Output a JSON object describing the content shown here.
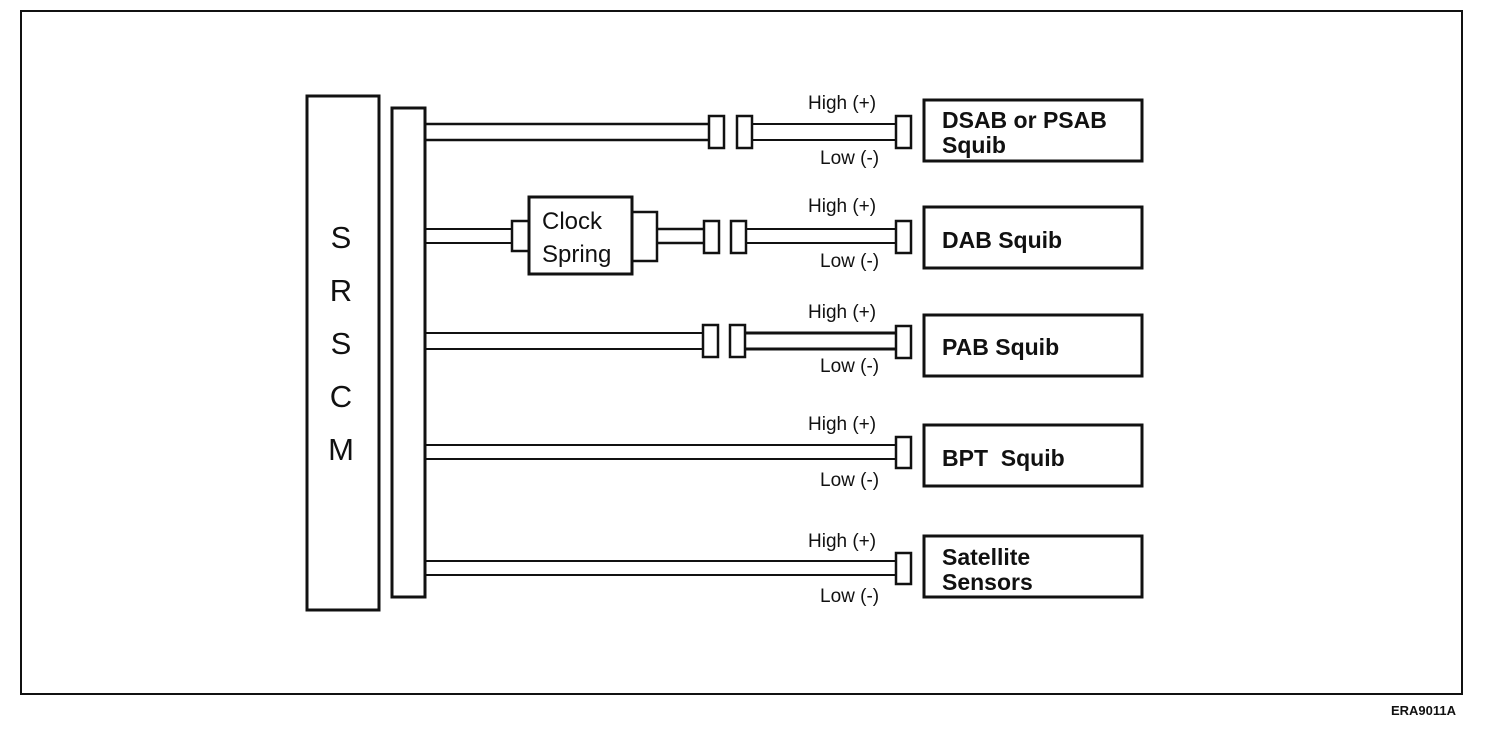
{
  "module": {
    "letters": [
      "S",
      "R",
      "S",
      "C",
      "M"
    ]
  },
  "clock_spring": {
    "line1": "Clock",
    "line2": "Spring"
  },
  "circuits": [
    {
      "high": "High (+)",
      "low": "Low (-)",
      "device_lines": [
        "DSAB or PSAB",
        "Squib"
      ]
    },
    {
      "high": "High (+)",
      "low": "Low (-)",
      "device_lines": [
        "DAB Squib"
      ]
    },
    {
      "high": "High (+)",
      "low": "Low (-)",
      "device_lines": [
        "PAB Squib"
      ]
    },
    {
      "high": "High (+)",
      "low": "Low (-)",
      "device_lines": [
        "BPT  Squib"
      ]
    },
    {
      "high": "High (+)",
      "low": "Low (-)",
      "device_lines": [
        "Satellite",
        "Sensors"
      ]
    }
  ],
  "figure_code": "ERA9011A"
}
